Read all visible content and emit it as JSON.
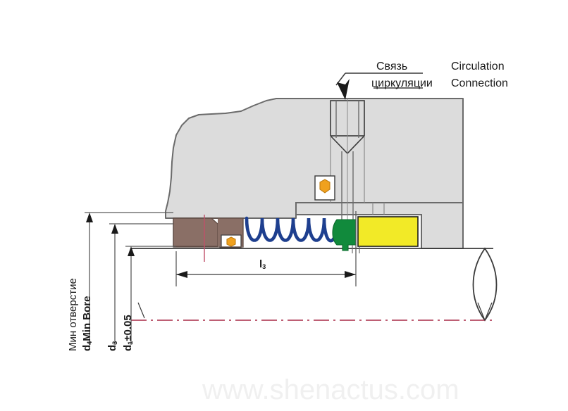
{
  "figure": {
    "type": "mechanical-seal-cross-section",
    "watermark": "www.shenactus.com"
  },
  "callouts": {
    "circulation_ru_line1": "Связь",
    "circulation_ru_line2": "циркуляции",
    "circulation_en_line1": "Circulation",
    "circulation_en_line2": "Connection"
  },
  "dimensions": {
    "min_bore_ru": "Мин отверстие",
    "d4_label_prefix": "d",
    "d4_label_sub": "4",
    "d4_label_suffix": "Min Bore",
    "d3_prefix": "d",
    "d3_sub": "3",
    "d1_prefix": "d",
    "d1_sub": "1",
    "d1_tolerance": "±0.05",
    "l3_prefix": "l",
    "l3_sub": "3"
  },
  "colors": {
    "housing_fill": "#dcdcdc",
    "housing_stroke": "#6b6b6b",
    "seal_face_brown": "#8a6f66",
    "oring_orange": "#f0a11e",
    "spring_blue": "#1e3f8f",
    "green_part": "#118a3c",
    "yellow_part": "#f2ea27",
    "centerline_red": "#a82a46",
    "dim_line": "#5a5a5a",
    "outline_black": "#2a2a2a",
    "watermark_gray": "#f0f0f0"
  }
}
